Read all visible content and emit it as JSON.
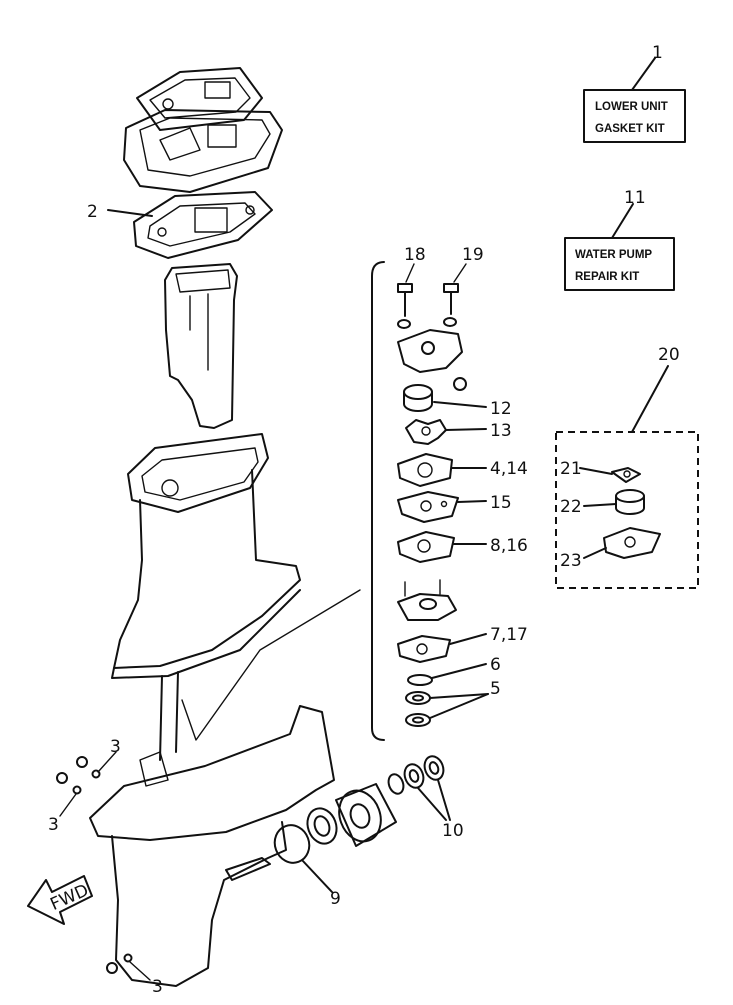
{
  "kits": {
    "gasket": {
      "number": "1",
      "line1": "LOWER UNIT",
      "line2": "GASKET KIT"
    },
    "water_pump": {
      "number": "11",
      "line1": "WATER PUMP",
      "line2": "REPAIR KIT"
    }
  },
  "direction_label": "FWD",
  "callouts": {
    "c2": "2",
    "c3a": "3",
    "c3b": "3",
    "c3c": "3",
    "c4_14": "4,14",
    "c5": "5",
    "c6": "6",
    "c7_17": "7,17",
    "c8_16": "8,16",
    "c9": "9",
    "c10": "10",
    "c12": "12",
    "c13": "13",
    "c15": "15",
    "c18": "18",
    "c19": "19",
    "c20": "20",
    "c21": "21",
    "c22": "22",
    "c23": "23"
  }
}
